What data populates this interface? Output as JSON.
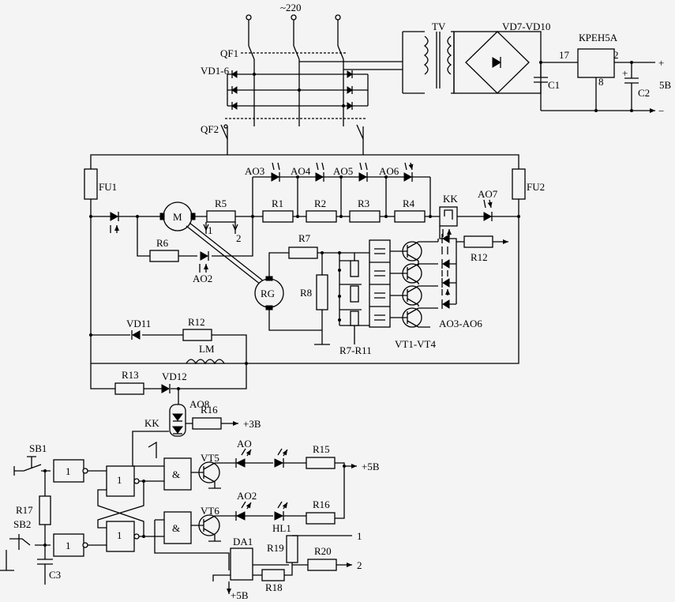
{
  "supply": {
    "ac_label": "~220",
    "transformer": "TV",
    "bridge": "VD7-VD10",
    "regulator": "КРЕН5А",
    "reg_in": "17",
    "reg_out": "2",
    "reg_gnd": "8",
    "c1": "C1",
    "c2": "C2",
    "plus1": "+",
    "plus2": "+",
    "minus": "−",
    "out_voltage": "5В"
  },
  "switches": {
    "qf1": "QF1",
    "qf2": "QF2",
    "vd16": "VD1-6"
  },
  "fuses": {
    "fu1": "FU1",
    "fu2": "FU2"
  },
  "motor": {
    "m": "M",
    "rg": "RG",
    "r5": "R5",
    "pin1": "1",
    "pin2": "2",
    "r6": "R6",
    "ao2": "AO2"
  },
  "ladder": {
    "resistors": [
      "R1",
      "R2",
      "R3",
      "R4"
    ],
    "optocouplers": [
      "AO3",
      "AO4",
      "AO5",
      "AO6"
    ],
    "kk": "KK",
    "ao7": "AO7"
  },
  "sensor": {
    "r7": "R7",
    "r8": "R8",
    "r711": "R7-R11",
    "vt14": "VT1-VT4",
    "ao36": "AO3-AO6",
    "r12": "R12"
  },
  "field": {
    "vd11": "VD11",
    "r12": "R12",
    "lm": "LM",
    "r13": "R13",
    "vd12": "VD12",
    "ao8": "AO8",
    "kk": "KK",
    "r16": "R16",
    "plus3v": "+3В"
  },
  "logic": {
    "sb1": "SB1",
    "sb2": "SB2",
    "r17": "R17",
    "c3": "C3",
    "one": "1",
    "and": "&",
    "vt5": "VT5",
    "vt6": "VT6",
    "ao": "AO",
    "ao2": "AO2",
    "hl1": "HL1",
    "r15": "R15",
    "r16": "R16",
    "plus5v": "+5В",
    "da1": "DA1",
    "r18": "R18",
    "r19": "R19",
    "r20": "R20",
    "plus5v_da": "+5В",
    "out1": "1",
    "out2": "2"
  }
}
